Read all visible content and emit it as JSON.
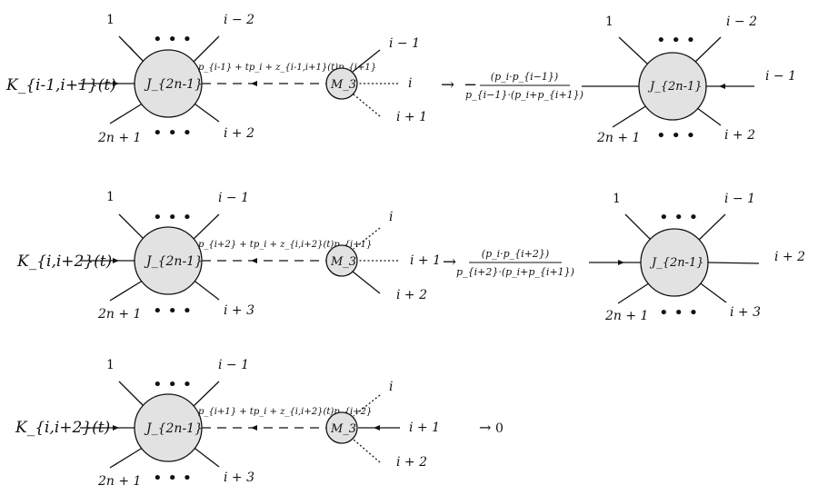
{
  "rows": [
    {
      "left_label": "K_{i-1,i+1}(t)",
      "blob": "J_{2n-1}",
      "vertex": "M_3",
      "momentum": "p_{i-1} + tp_i + z_{i-1,i+1}(t)p_{i+1}",
      "blob_top_left": "1",
      "blob_top_right": "i − 2",
      "blob_bottom_left": "2n + 1",
      "blob_bottom_right": "i + 2",
      "vertex_top": "i − 1",
      "vertex_mid": "i",
      "vertex_bottom": "i + 1",
      "arrow": "→",
      "factor_sign": "−",
      "factor_num": "(p_i·p_{i−1})",
      "factor_den": "p_{i−1}·(p_i+p_{i+1})",
      "result": {
        "blob": "J_{2n-1}",
        "top_left": "1",
        "top_right": "i − 2",
        "right": "i − 1",
        "bottom_left": "2n + 1",
        "bottom_right": "i + 2"
      }
    },
    {
      "left_label": "K_{i,i+2}(t)",
      "blob": "J_{2n-1}",
      "vertex": "M_3",
      "momentum": "p_{i+2} + tp_i + z_{i,i+2}(t)p_{i+1}",
      "blob_top_left": "1",
      "blob_top_right": "i − 1",
      "blob_bottom_left": "2n + 1",
      "blob_bottom_right": "i + 3",
      "vertex_top": "i",
      "vertex_mid": "i + 1",
      "vertex_bottom": "i + 2",
      "arrow": "→",
      "factor_sign": "",
      "factor_num": "(p_i·p_{i+2})",
      "factor_den": "p_{i+2}·(p_i+p_{i+1})",
      "result": {
        "blob": "J_{2n-1}",
        "top_left": "1",
        "top_right": "i − 1",
        "right": "i + 2",
        "bottom_left": "2n + 1",
        "bottom_right": "i + 3"
      }
    },
    {
      "left_label": "K_{i,i+2}(t)",
      "blob": "J_{2n-1}",
      "vertex": "M_3",
      "momentum": "p_{i+1} + tp_i + z_{i,i+2}(t)p_{i+2}",
      "blob_top_left": "1",
      "blob_top_right": "i − 1",
      "blob_bottom_left": "2n + 1",
      "blob_bottom_right": "i + 3",
      "vertex_top": "i",
      "vertex_mid": "i + 1",
      "vertex_bottom": "i + 2",
      "arrow": "→",
      "zero": "0"
    }
  ],
  "colors": {
    "blob_fill": "#e2e2e2",
    "stroke": "#111111"
  }
}
